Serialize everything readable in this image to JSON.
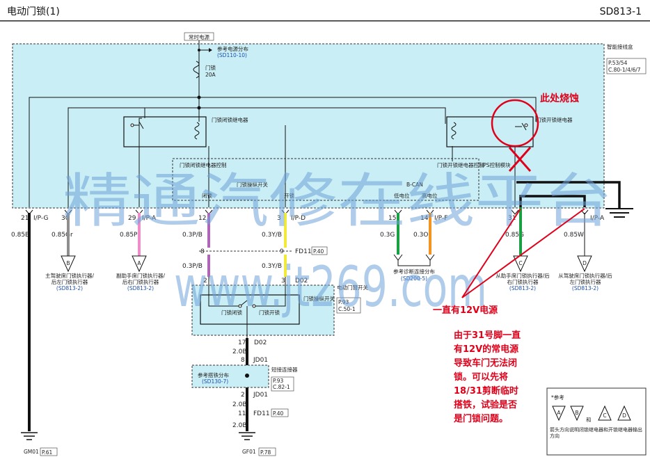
{
  "header": {
    "title": "电动门锁(1)",
    "code": "SD813-1"
  },
  "power": {
    "source_label": "常时电源",
    "ref_label": "参考电源分布",
    "ref_code": "(SD110-10)",
    "fuse_name": "门锁",
    "fuse_rating": "20A"
  },
  "smart_box": {
    "title": "智能接线盒",
    "refs": [
      "P.53/54",
      "C.80-1/4/6/7"
    ],
    "relay_close": "门锁闭锁继电器",
    "relay_open": "门锁开锁继电器",
    "ctrl_close": "门锁闭锁继电器控制",
    "ctrl_open": "门锁开锁继电器控制",
    "ips": "IPS控制模块",
    "switch_input": "门锁操纵开关",
    "lock_label": "闭锁",
    "unlock_label": "开锁",
    "bcan": "B-CAN",
    "low": "低电位",
    "high": "高电位"
  },
  "pins": [
    {
      "num": "21",
      "conn": "I/P-G",
      "wire": "0.85B"
    },
    {
      "num": "30",
      "conn": "",
      "wire": "0.85Gr"
    },
    {
      "num": "29",
      "conn": "I/P-A",
      "wire": "0.85P"
    },
    {
      "num": "12",
      "conn": "",
      "wire": "0.3P/B"
    },
    {
      "num": "3",
      "conn": "I/P-D",
      "wire": "0.3Y/B"
    },
    {
      "num": "15",
      "conn": "",
      "wire": "0.3G"
    },
    {
      "num": "14",
      "conn": "I/P-F",
      "wire": "0.3O"
    },
    {
      "num": "31",
      "conn": "",
      "wire": "0.85G"
    },
    {
      "num": "",
      "conn": "I/P-A",
      "wire": "0.85W"
    }
  ],
  "targets": {
    "B": "主驾驶席门锁执行器/后左门锁执行器",
    "B_ref": "(SD813-2)",
    "A": "副助手席门锁执行器/后右门锁执行器",
    "A_ref": "(SD813-2)",
    "C": "从助手席门锁执行器/后右门锁执行器",
    "C_ref": "(SD813-2)",
    "D": "从驾驶席门锁执行器/后左门锁执行器",
    "D_ref": "(SD813-2)",
    "diag": "参考诊断连接分布",
    "diag_ref": "(SD200-5)"
  },
  "switch_block": {
    "title": "电动门窗开关",
    "refs": [
      "P.93",
      "C.50-1"
    ],
    "name": "门锁操纵开关",
    "lock": "门锁闭锁",
    "unlock": "门锁开锁",
    "conn_d02_top": "D02",
    "fd11_pins": [
      "8",
      "9"
    ],
    "fd11": "FD11",
    "fd11_ref": "P.40",
    "conn_pins": [
      "2",
      "3"
    ],
    "wire_p_lower": "0.3P/B",
    "wire_y_lower": "0.3Y/B",
    "pin17": "17",
    "d02": "D02"
  },
  "ground_path": {
    "wire1": "2.0B",
    "pin8": "8",
    "jd01": "JD01",
    "joint_title": "短接连接器",
    "joint_refs": [
      "P.93",
      "C.82-1"
    ],
    "ground_ref": "参考搭铁分布",
    "ground_ref_code": "(SD130-7)",
    "pin2": "2",
    "jd01_b": "JD01",
    "wire2": "2.0B",
    "pin11": "11",
    "fd11": "FD11",
    "fd11_ref": "P.40",
    "wire3": "2.0B",
    "gf01": "GF01",
    "gf01_ref": "P.78",
    "gm01": "GM01",
    "gm01_ref": "P.61"
  },
  "annotations": {
    "burn": "此处烧蚀",
    "twelve_v": "一直有12V电源",
    "note_lines": [
      "由于31号脚一直",
      "有12V的常电源",
      "导致车门无法闭",
      "锁。可以先将",
      "18/31剪断临时",
      "搭铁，试验是否",
      "是门锁问题。"
    ]
  },
  "legend": {
    "title": "*参考",
    "and": "和",
    "symbols": [
      "A",
      "B",
      "C",
      "D"
    ],
    "note": "箭头方向说明闭锁继电器和开锁继电器输出方向"
  },
  "watermark": {
    "line1": "精通汽修在线平台",
    "line2": "www.jt269.com"
  },
  "colors": {
    "box_fill": "#c9eef5",
    "wire_black": "#111111",
    "wire_gray": "#8e8e8e",
    "wire_pink": "#f08cc8",
    "wire_purple": "#b066b6",
    "wire_yellow": "#f2ea3a",
    "wire_green": "#19a043",
    "wire_orange": "#f39322",
    "annotation_red": "#e0001a",
    "watermark": "#6fa3d9"
  }
}
